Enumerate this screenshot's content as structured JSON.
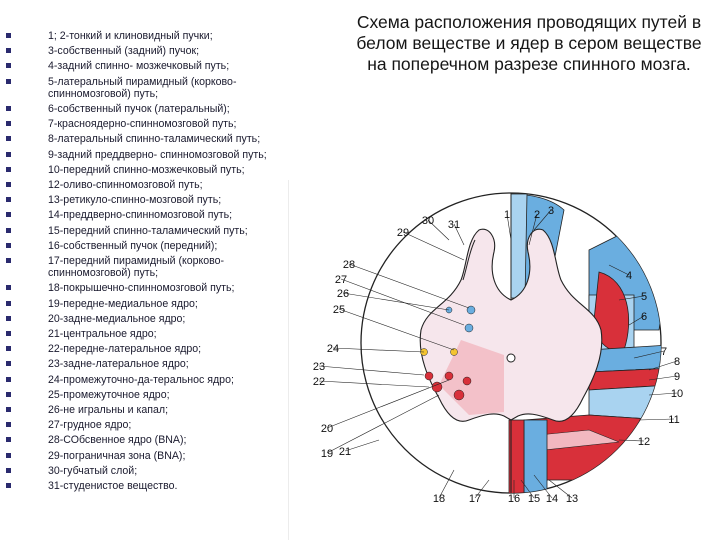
{
  "title": "Схема расположения проводящих путей в белом веществе и ядер в сером веществе на поперечном разрезе спинного мозга.",
  "legend": [
    "1; 2-тонкий и клиновидный пучки;",
    "3-собственный (задний) пучок;",
    "4-задний спинно- мозжечковый путь;",
    "5-латеральный пирамидный (корково-спинномозговой) путь;",
    "6-собственный пучок (латеральный);",
    "7-красноядерно-спинномозговой путь;",
    "8-латеральный спинно-таламический путь;",
    "9-задний преддверно- спинномозговой путь;",
    "10-передний спинно-мозжечковый путь;",
    "12-оливо-спинномозговой путь;",
    "13-ретикуло-спинно-мозговой путь;",
    "14-преддверно-спинномозговой путь;",
    "15-передний спинно-таламический путь;",
    "16-собственный пучок (передний);",
    "17-передний пирамидный (корково-спинномозговой) путь;",
    "18-покрышечно-спинномозговой путь;",
    "19-передне-медиальное ядро;",
    "20-задне-медиальное ядро;",
    "21-центральное ядро;",
    "22-передне-латеральное ядро;",
    "23-задне-латеральное ядро;",
    "24-промежуточно-да-теральнос ядро;",
    "25-промежуточное ядро;",
    "26-не игральны и капал;",
    "27-грудное ядро;",
    "28-СОбсвенное ядро (BNA);",
    "29-пограничная зона (BNA);",
    "30-губчатый слой;",
    "31-студенистое вещество."
  ],
  "diagram_labels": [
    "1",
    "2",
    "3",
    "4",
    "5",
    "6",
    "7",
    "8",
    "9",
    "10",
    "11",
    "12",
    "13",
    "14",
    "15",
    "16",
    "17",
    "18",
    "19",
    "20",
    "21",
    "22",
    "23",
    "24",
    "25",
    "26",
    "27",
    "28",
    "29",
    "30",
    "31"
  ],
  "colors": {
    "tract_blue": "#6aaee0",
    "tract_light_blue": "#a9d3f0",
    "tract_red": "#d8303a",
    "tract_pink": "#f2b8c0",
    "gray_matter": "#f6e6ec",
    "outline": "#222222",
    "bullet": "#2a2a6e"
  }
}
